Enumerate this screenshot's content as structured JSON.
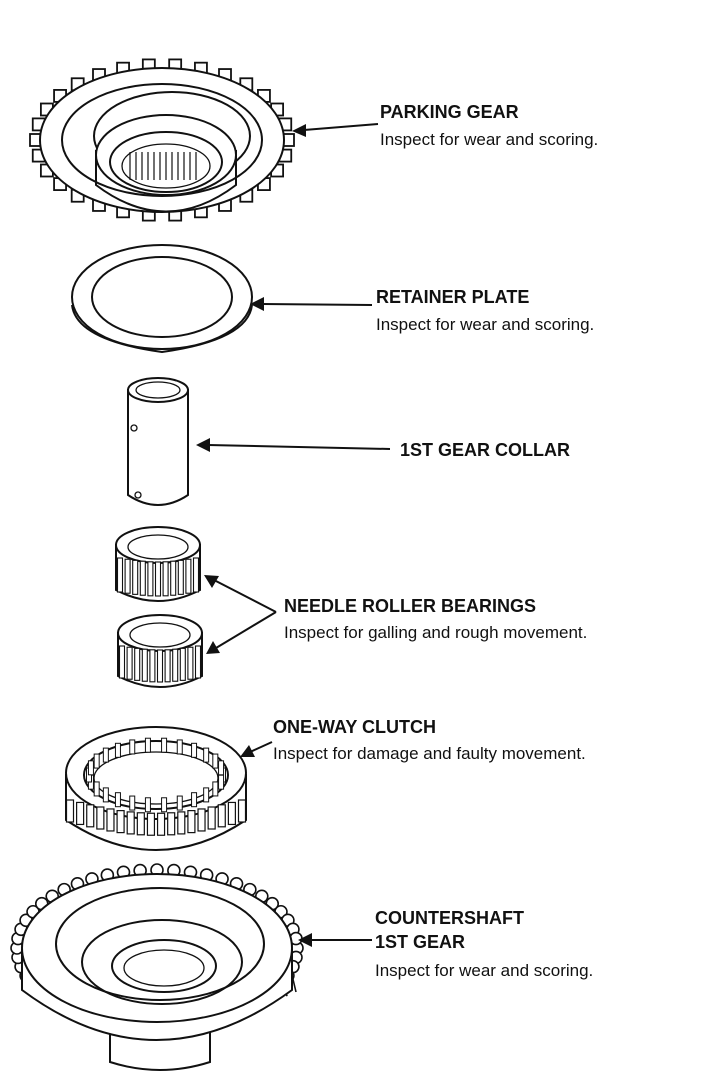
{
  "labels": {
    "parking_gear": {
      "title": "PARKING GEAR",
      "desc": "Inspect for wear and scoring."
    },
    "retainer_plate": {
      "title": "RETAINER PLATE",
      "desc": "Inspect for wear and scoring."
    },
    "first_gear_collar": {
      "title": "1ST GEAR COLLAR"
    },
    "needle_roller_bearings": {
      "title": "NEEDLE ROLLER BEARINGS",
      "desc": "Inspect for galling and rough movement."
    },
    "one_way_clutch": {
      "title": "ONE-WAY CLUTCH",
      "desc": "Inspect for damage and faulty movement."
    },
    "countershaft_first_gear": {
      "title_line1": "COUNTERSHAFT",
      "title_line2": "1ST GEAR",
      "desc": "Inspect for wear and scoring."
    }
  }
}
